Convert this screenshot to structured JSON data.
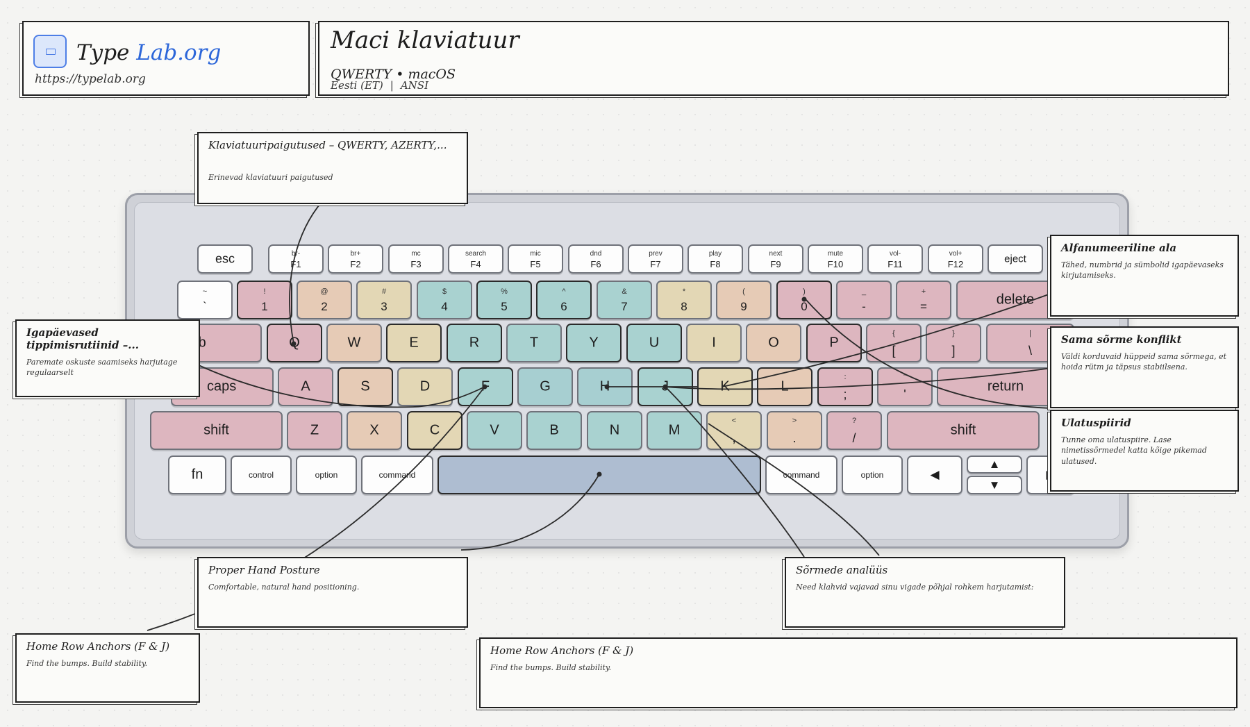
{
  "logo": {
    "part1": "Type",
    "part2": "Lab.org",
    "url": "https://typelab.org"
  },
  "header": {
    "title": "Maci klaviatuur",
    "subtitle": "QWERTY • macOS",
    "language": "Eesti (ET)",
    "standard": "ANSI"
  },
  "keyboard": {
    "frow": {
      "esc": "esc",
      "keys": [
        {
          "sub": "br-",
          "main": "F1"
        },
        {
          "sub": "br+",
          "main": "F2"
        },
        {
          "sub": "mc",
          "main": "F3"
        },
        {
          "sub": "search",
          "main": "F4"
        },
        {
          "sub": "mic",
          "main": "F5"
        },
        {
          "sub": "dnd",
          "main": "F6"
        },
        {
          "sub": "prev",
          "main": "F7"
        },
        {
          "sub": "play",
          "main": "F8"
        },
        {
          "sub": "next",
          "main": "F9"
        },
        {
          "sub": "mute",
          "main": "F10"
        },
        {
          "sub": "vol-",
          "main": "F11"
        },
        {
          "sub": "vol+",
          "main": "F12"
        }
      ],
      "eject": "eject"
    },
    "numrow": [
      {
        "sub": "~",
        "main": "`"
      },
      {
        "sub": "!",
        "main": "1"
      },
      {
        "sub": "@",
        "main": "2"
      },
      {
        "sub": "#",
        "main": "3"
      },
      {
        "sub": "$",
        "main": "4"
      },
      {
        "sub": "%",
        "main": "5"
      },
      {
        "sub": "^",
        "main": "6"
      },
      {
        "sub": "&",
        "main": "7"
      },
      {
        "sub": "*",
        "main": "8"
      },
      {
        "sub": "(",
        "main": "9"
      },
      {
        "sub": ")",
        "main": "0"
      },
      {
        "sub": "_",
        "main": "-"
      },
      {
        "sub": "+",
        "main": "="
      }
    ],
    "delete": "delete",
    "tab": "tab",
    "toprow": [
      "Q",
      "W",
      "E",
      "R",
      "T",
      "Y",
      "U",
      "I",
      "O",
      "P"
    ],
    "toprow_punct": [
      {
        "sub": "{",
        "main": "["
      },
      {
        "sub": "}",
        "main": "]"
      },
      {
        "sub": "|",
        "main": "\\"
      }
    ],
    "caps": "caps",
    "homerow": [
      "A",
      "S",
      "D",
      "F",
      "G",
      "H",
      "J",
      "K",
      "L"
    ],
    "homerow_punct": [
      {
        "sub": ":",
        "main": ";"
      },
      {
        "sub": "\"",
        "main": "'"
      }
    ],
    "return": "return",
    "shift_left": "shift",
    "bottomrow": [
      "Z",
      "X",
      "C",
      "V",
      "B",
      "N",
      "M"
    ],
    "bottomrow_punct": [
      {
        "sub": "<",
        "main": ","
      },
      {
        "sub": ">",
        "main": "."
      },
      {
        "sub": "?",
        "main": "/"
      }
    ],
    "shift_right": "shift",
    "fn": "fn",
    "control": "control",
    "option_left": "option",
    "command_left": "command",
    "command_right": "command",
    "option_right": "option",
    "arrows": {
      "left": "◀",
      "up": "▲",
      "down": "▼",
      "right": "▶"
    }
  },
  "callouts": {
    "layouts": {
      "title": "Klaviatuuripaigutused – QWERTY, AZERTY,...",
      "body": "Erinevad klaviatuuri paigutused"
    },
    "routine": {
      "title": "Igapäevased tippimisrutiinid –...",
      "body": "Paremate oskuste saamiseks harjutage regulaarselt"
    },
    "alnum": {
      "title": "Alfanumeeriline ala",
      "body": "Tähed, numbrid ja sümbolid igapäevaseks kirjutamiseks."
    },
    "samefinger": {
      "title": "Sama sõrme konflikt",
      "body": "Väldi korduvaid hüppeid sama sõrmega, et hoida rütm ja täpsus stabiilsena."
    },
    "reach": {
      "title": "Ulatuspiirid",
      "body": "Tunne oma ulatuspiire. Lase nimetissõrmedel katta kõige pikemad ulatused."
    },
    "posture": {
      "title": "Proper Hand Posture",
      "body": "Comfortable, natural hand positioning."
    },
    "fingers": {
      "title": "Sõrmede analüüs",
      "body": "Need klahvid vajavad sinu vigade põhjal rohkem harjutamist:"
    },
    "anchors_left": {
      "title": "Home Row Anchors (F & J)",
      "body": "Find the bumps. Build stability."
    },
    "anchors_bottom": {
      "title": "Home Row Anchors (F & J)",
      "body": "Find the bumps. Build stability."
    }
  }
}
